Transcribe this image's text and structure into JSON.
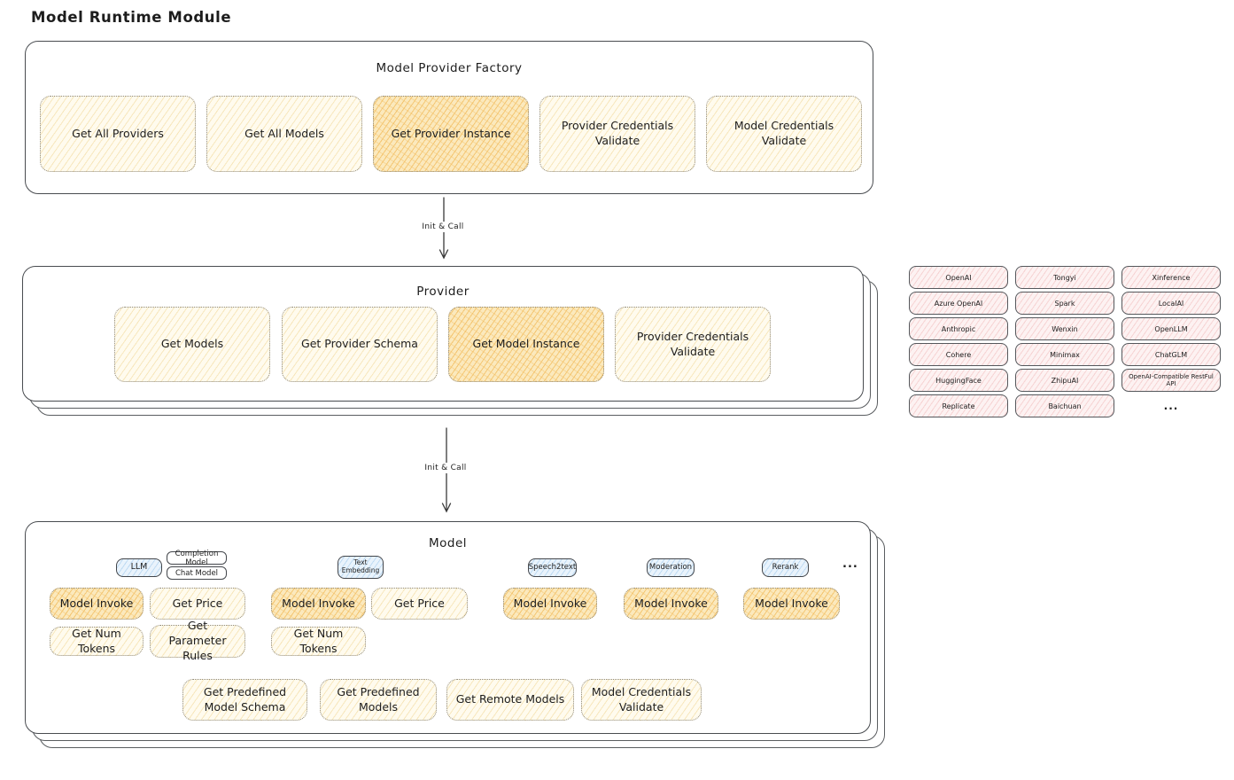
{
  "page_title": "Model Runtime Module",
  "colors": {
    "panel_border": "#494c50",
    "text": "#1d1d1d",
    "yellow_light_fill": "#fffbee",
    "yellow_light_hatch": "#f0d694",
    "yellow_strong_fill": "#fbe9bd",
    "yellow_strong_hatch": "#f3c066",
    "blue_fill": "#e9f3fc",
    "blue_hatch": "#94c2e9",
    "pink_fill": "#fdf2f2",
    "pink_hatch": "#eeaeae"
  },
  "arrows": {
    "init_call": "Init & Call"
  },
  "factory": {
    "title": "Model Provider Factory",
    "buttons": [
      {
        "label": "Get All Providers"
      },
      {
        "label": "Get All Models"
      },
      {
        "label": "Get Provider Instance"
      },
      {
        "label": "Provider Credentials Validate"
      },
      {
        "label": "Model Credentials Validate"
      }
    ]
  },
  "provider": {
    "title": "Provider",
    "buttons": [
      {
        "label": "Get Models"
      },
      {
        "label": "Get Provider Schema"
      },
      {
        "label": "Get Model Instance"
      },
      {
        "label": "Provider Credentials Validate"
      }
    ]
  },
  "providers": {
    "items": [
      "OpenAI",
      "Tongyi",
      "Xinference",
      "Azure OpenAI",
      "Spark",
      "LocalAI",
      "Anthropic",
      "Wenxin",
      "OpenLLM",
      "Cohere",
      "Minimax",
      "ChatGLM",
      "HuggingFace",
      "ZhipuAI",
      "OpenAI-Compatible RestFul API",
      "Replicate",
      "Baichuan"
    ],
    "more": "..."
  },
  "model": {
    "title": "Model",
    "tabs": {
      "llm": "LLM",
      "completion": "Completion Model",
      "chat": "Chat Model",
      "text_embedding": "Text Embedding",
      "speech2text": "Speech2text",
      "moderation": "Moderation",
      "rerank": "Rerank",
      "more": "..."
    },
    "invoke_label": "Model Invoke",
    "get_price_label": "Get Price",
    "get_num_tokens_label": "Get Num Tokens",
    "get_parameter_rules_label": "Get Parameter Rules",
    "bottom_buttons": [
      {
        "label": "Get Predefined Model Schema"
      },
      {
        "label": "Get Predefined Models"
      },
      {
        "label": "Get Remote Models"
      },
      {
        "label": "Model Credentials Validate"
      }
    ]
  }
}
